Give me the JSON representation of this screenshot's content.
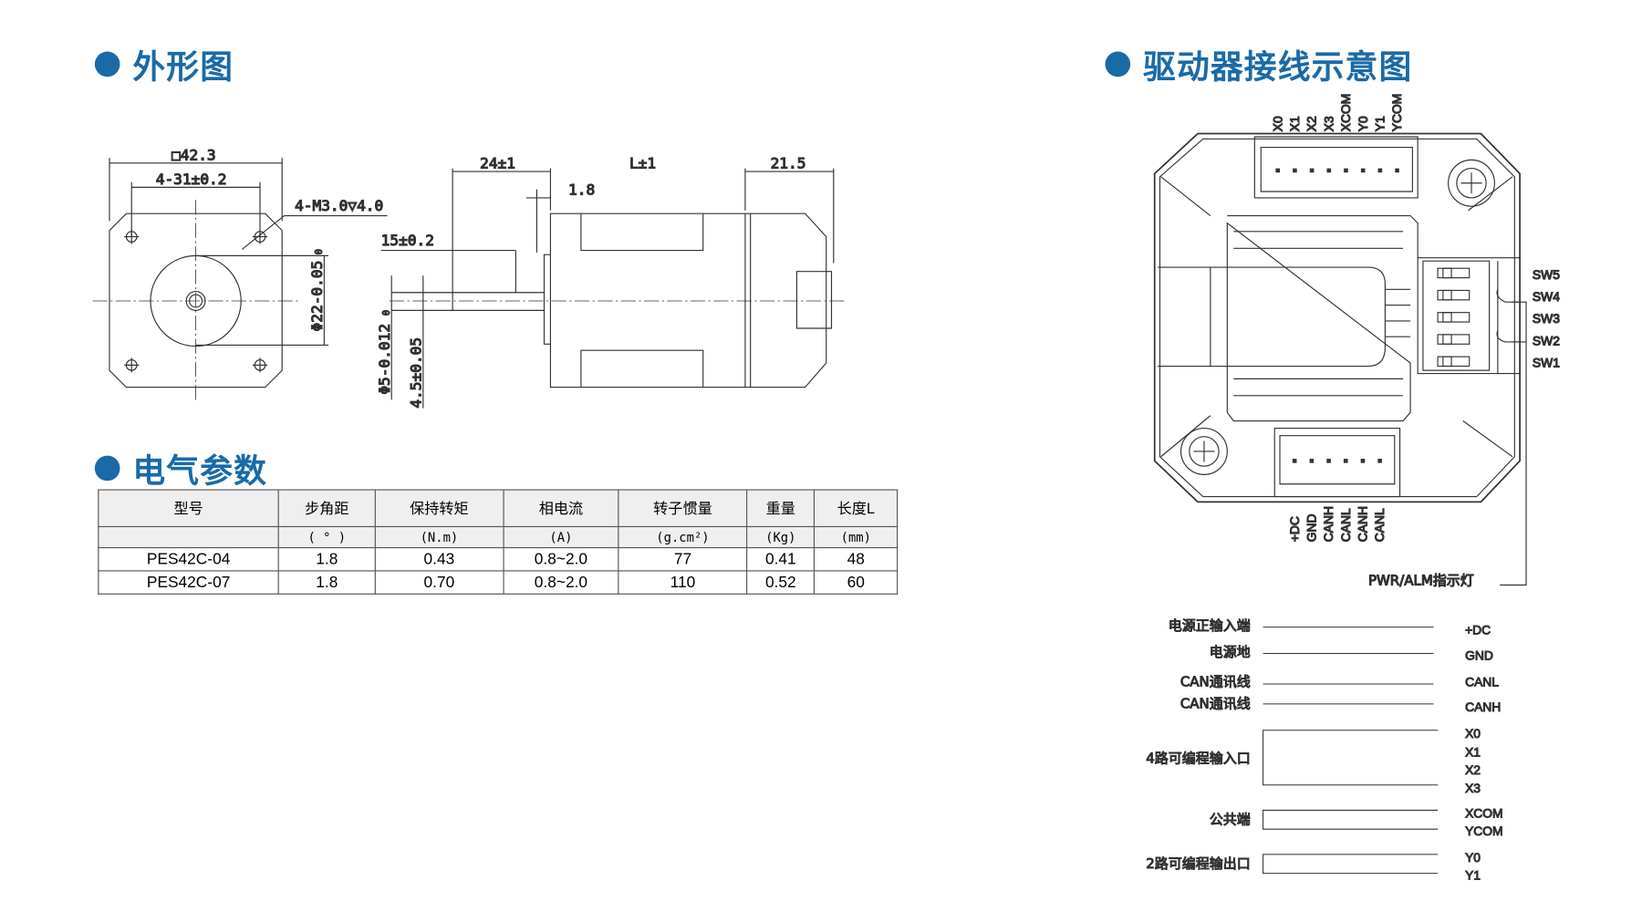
{
  "sections": {
    "outline": "外形图",
    "electrical": "电气参数",
    "wiring": "驱动器接线示意图"
  },
  "dims": {
    "square": "□42.3",
    "holes": "4-31±0.2",
    "thread": "4-M3.0▽4.0",
    "pilot": "Φ22-0.05",
    "pilot_tol": "0",
    "d24": "24±1",
    "L": "L±1",
    "d21": "21.5",
    "d18": "1.8",
    "d15": "15±0.2",
    "shaft": "Φ5-0.012",
    "shaft_tol": "0",
    "flat": "4.5±0.05"
  },
  "table": {
    "headers": [
      "型号",
      "步角距",
      "保持转矩",
      "相电流",
      "转子惯量",
      "重量",
      "长度L"
    ],
    "units": [
      "",
      "( ° )",
      "(N.m)",
      "(A)",
      "(g.cm²)",
      "(Kg)",
      "(mm)"
    ],
    "rows": [
      [
        "PES42C-04",
        "1.8",
        "0.43",
        "0.8~2.0",
        "77",
        "0.41",
        "48"
      ],
      [
        "PES42C-07",
        "1.8",
        "0.70",
        "0.8~2.0",
        "110",
        "0.52",
        "60"
      ]
    ]
  },
  "driver": {
    "top_pins": [
      "X0",
      "X1",
      "X2",
      "X3",
      "XCOM",
      "Y0",
      "Y1",
      "YCOM"
    ],
    "bottom_pins": [
      "+DC",
      "GND",
      "CANH",
      "CANL",
      "CANH",
      "CANL"
    ],
    "switches": [
      "SW5",
      "SW4",
      "SW3",
      "SW2",
      "SW1"
    ],
    "led": "PWR/ALM指示灯"
  },
  "wiring": {
    "labels": [
      "电源正输入端",
      "电源地",
      "CAN通讯线",
      "CAN通讯线",
      "4路可编程输入口",
      "公共端",
      "2路可编程输出口"
    ],
    "pins": [
      "+DC",
      "GND",
      "CANL",
      "CANH",
      "X0",
      "X1",
      "X2",
      "X3",
      "XCOM",
      "YCOM",
      "Y0",
      "Y1"
    ]
  },
  "colors": {
    "accent": "#1a6aa8"
  }
}
